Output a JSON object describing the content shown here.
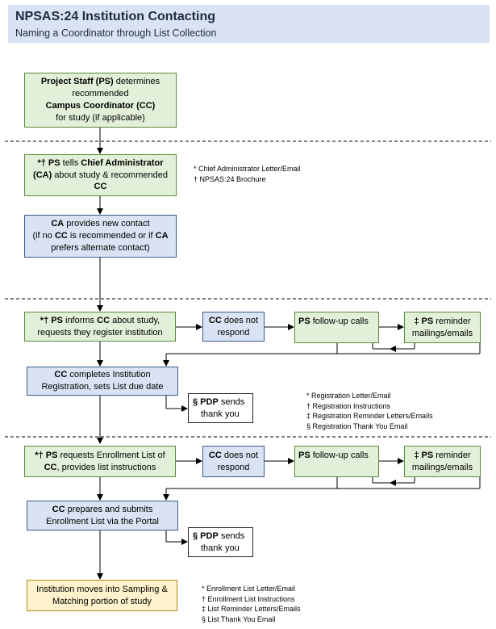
{
  "header": {
    "title": "NPSAS:24 Institution Contacting",
    "subtitle": "Naming a Coordinator through List Collection"
  },
  "boxes": {
    "b1": [
      "<b>Project Staff (PS)</b> determines",
      "recommended",
      "<b>Campus Coordinator (CC)</b>",
      "for study (if applicable)"
    ],
    "b2": [
      "<b>*† PS</b> tells <b>Chief Administrator</b>",
      "<b>(CA)</b> about study & recommended",
      "<b>CC</b>"
    ],
    "b3": [
      "<b>CA</b> provides new contact",
      "(if no <b>CC</b> is recommended or if <b>CA</b>",
      "prefers alternate contact)"
    ],
    "b4": [
      "<b>*†  PS</b> informs <b>CC</b> about study,",
      "requests they register institution"
    ],
    "b5": [
      "<b>CC</b> does not",
      "respond"
    ],
    "b6": [
      "<b>PS</b> follow-up calls"
    ],
    "b7": [
      "<b>‡ PS</b> reminder",
      "mailings/emails"
    ],
    "b8": [
      "<b>CC</b> completes Institution",
      "Registration, sets List due date"
    ],
    "b9": [
      "<b>§ PDP</b> sends",
      "thank you"
    ],
    "b10": [
      "<b>*† PS</b> requests Enrollment List of",
      "<b>CC</b>, provides list instructions"
    ],
    "b11": [
      "<b>CC</b> does not",
      "respond"
    ],
    "b12": [
      "<b>PS</b> follow-up calls"
    ],
    "b13": [
      "<b>‡ PS</b> reminder",
      "mailings/emails"
    ],
    "b14": [
      "<b>CC</b> prepares and submits",
      "Enrollment List via the Portal"
    ],
    "b15": [
      "<b>§ PDP</b> sends",
      "thank you"
    ],
    "b16": [
      "Institution moves into Sampling &",
      "Matching portion of study"
    ]
  },
  "notes": {
    "n1": [
      "* Chief Administrator Letter/Email",
      "† NPSAS:24 Brochure"
    ],
    "n2": [
      "* Registration Letter/Email",
      "† Registration Instructions",
      "‡ Registration Reminder Letters/Emails",
      "§ Registration Thank You Email"
    ],
    "n3": [
      "* Enrollment List Letter/Email",
      "† Enrollment List Instructions",
      "‡ List Reminder Letters/Emails",
      "§ List Thank You Email"
    ]
  },
  "colors": {
    "green_fill": "#e2f0d9",
    "blue_fill": "#dae3f3",
    "yellow_fill": "#fff2cc",
    "header_fill": "#dae3f3"
  }
}
